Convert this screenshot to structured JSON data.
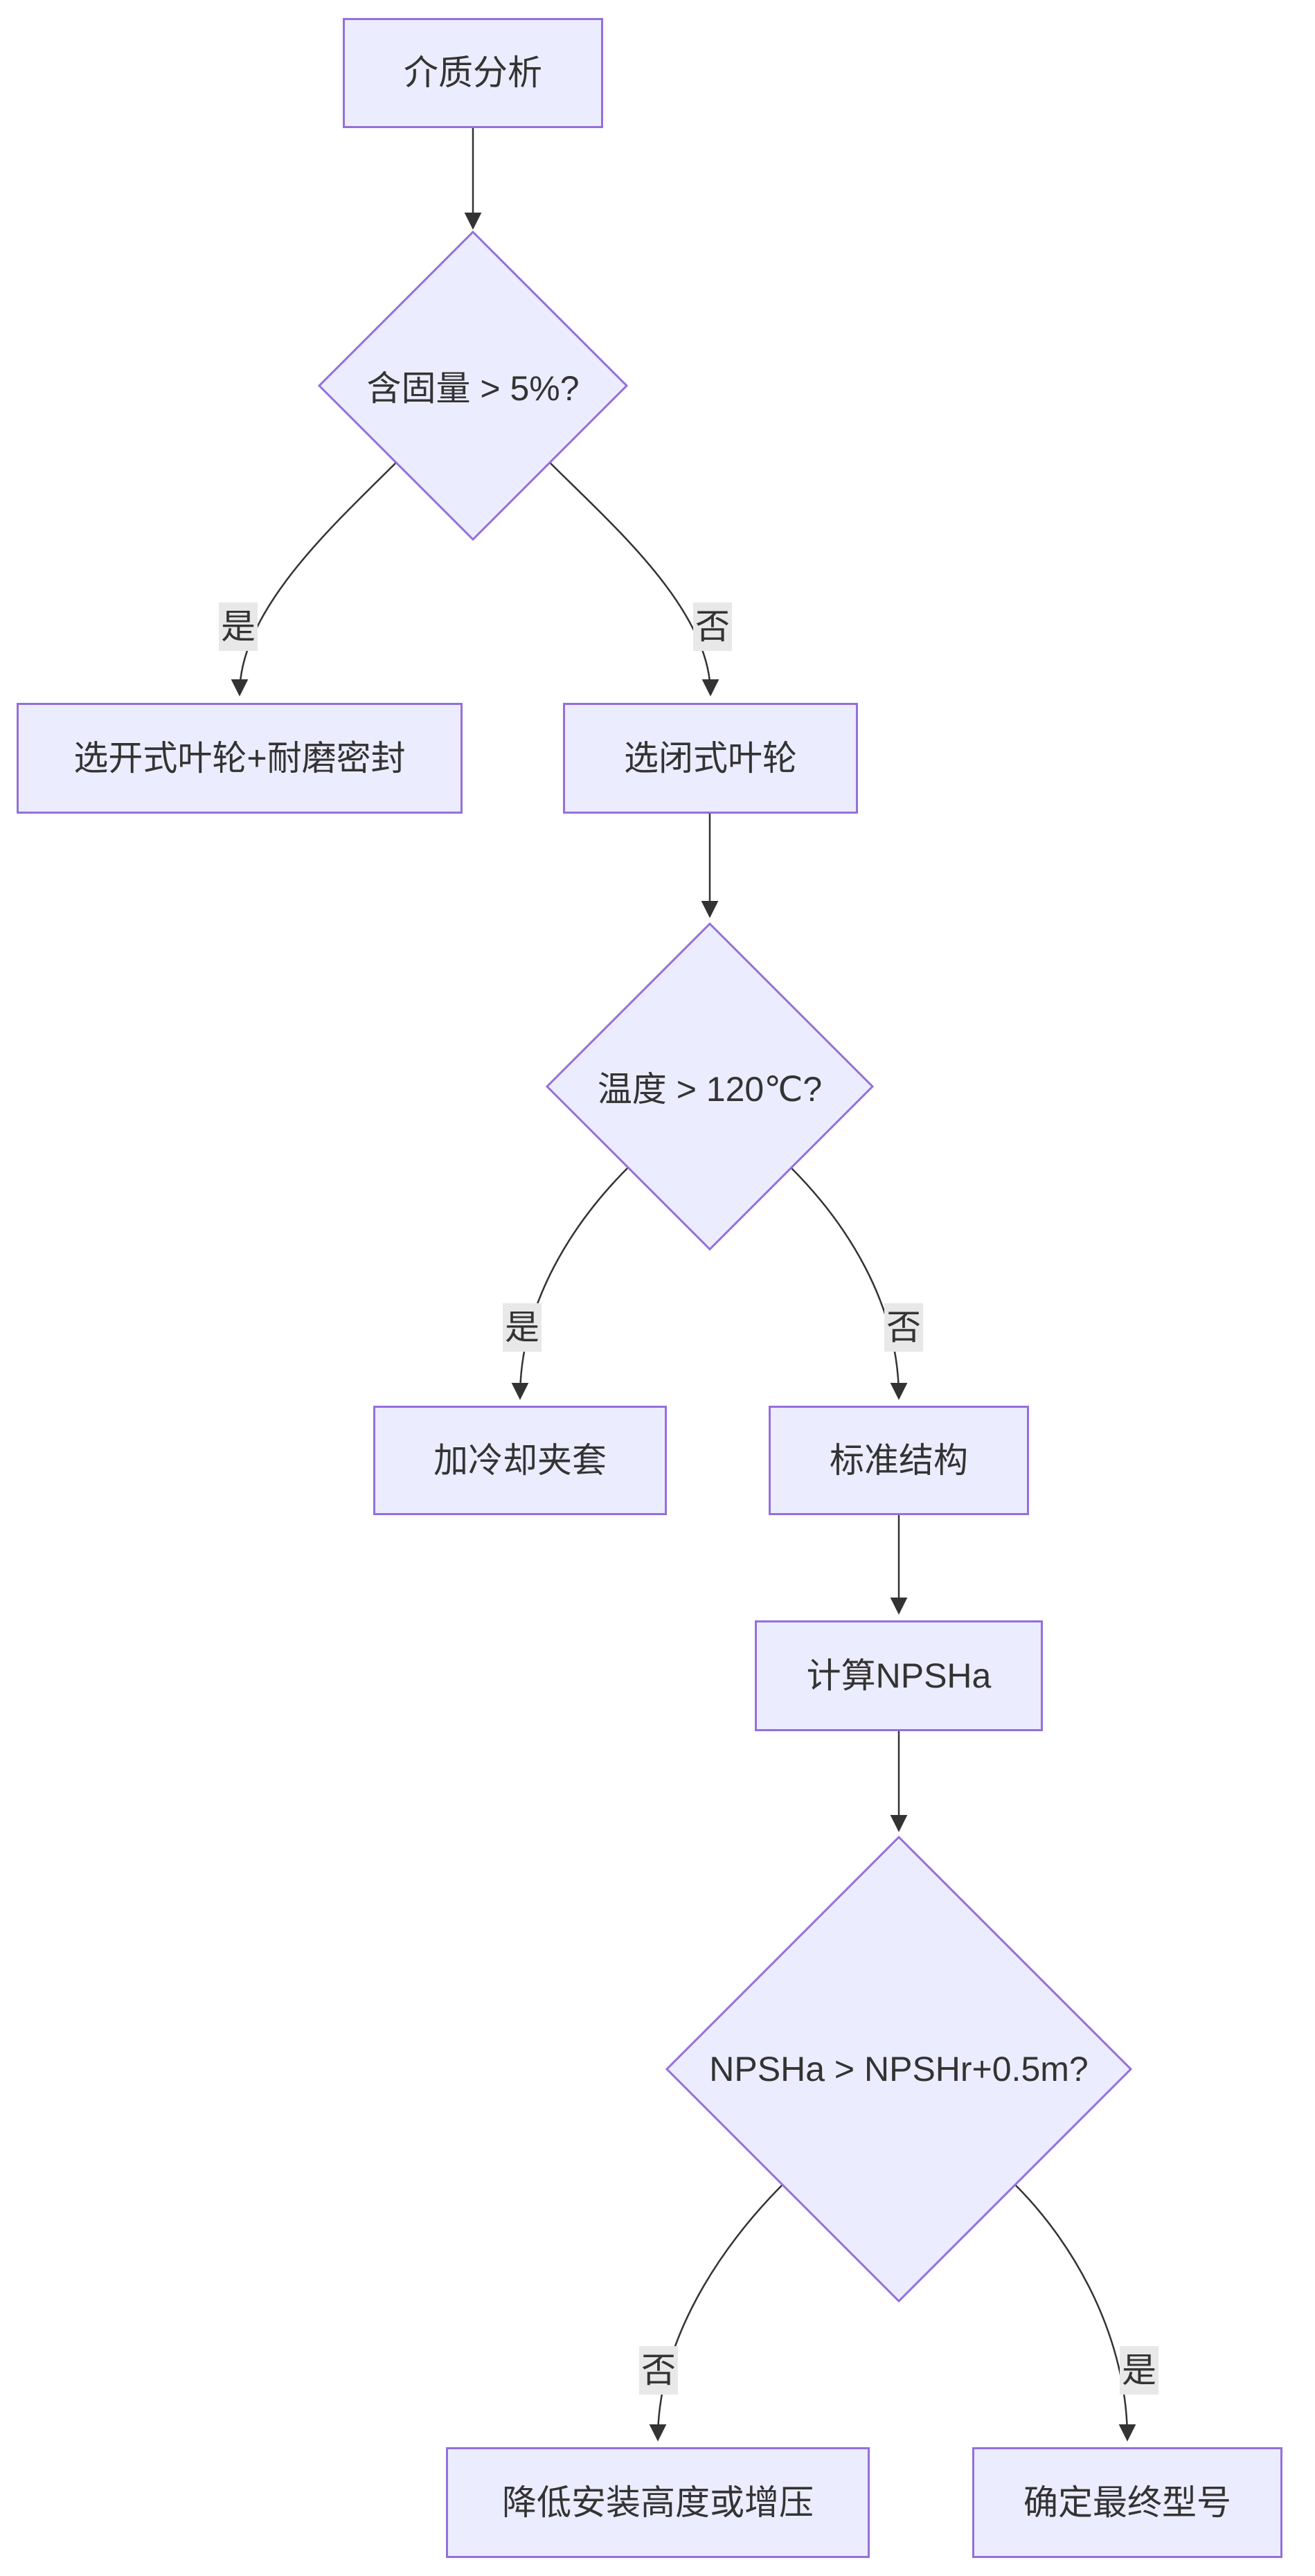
{
  "flowchart": {
    "colors": {
      "node_fill": "#ECECFF",
      "node_border": "#9370DB",
      "edge_line": "#333333",
      "edge_label_bg": "#e8e8e8",
      "text": "#333333",
      "background": "#ffffff"
    },
    "nodes": {
      "start": {
        "label": "介质分析",
        "shape": "rect"
      },
      "q_solids": {
        "label": "含固量 > 5%?",
        "shape": "diamond"
      },
      "open_impeller": {
        "label": "选开式叶轮+耐磨密封",
        "shape": "rect"
      },
      "closed_impeller": {
        "label": "选闭式叶轮",
        "shape": "rect"
      },
      "q_temp": {
        "label": "温度 > 120℃?",
        "shape": "diamond"
      },
      "cooling_jacket": {
        "label": "加冷却夹套",
        "shape": "rect"
      },
      "standard_structure": {
        "label": "标准结构",
        "shape": "rect"
      },
      "calc_npsha": {
        "label": "计算NPSHa",
        "shape": "rect"
      },
      "q_npsh": {
        "label": "NPSHa > NPSHr+0.5m?",
        "shape": "diamond"
      },
      "reduce_height": {
        "label": "降低安装高度或增压",
        "shape": "rect"
      },
      "final_model": {
        "label": "确定最终型号",
        "shape": "rect"
      }
    },
    "edges": [
      {
        "from": "start",
        "to": "q_solids",
        "label": ""
      },
      {
        "from": "q_solids",
        "to": "open_impeller",
        "label": "是"
      },
      {
        "from": "q_solids",
        "to": "closed_impeller",
        "label": "否"
      },
      {
        "from": "closed_impeller",
        "to": "q_temp",
        "label": ""
      },
      {
        "from": "q_temp",
        "to": "cooling_jacket",
        "label": "是"
      },
      {
        "from": "q_temp",
        "to": "standard_structure",
        "label": "否"
      },
      {
        "from": "standard_structure",
        "to": "calc_npsha",
        "label": ""
      },
      {
        "from": "calc_npsha",
        "to": "q_npsh",
        "label": ""
      },
      {
        "from": "q_npsh",
        "to": "reduce_height",
        "label": "否"
      },
      {
        "from": "q_npsh",
        "to": "final_model",
        "label": "是"
      }
    ]
  }
}
